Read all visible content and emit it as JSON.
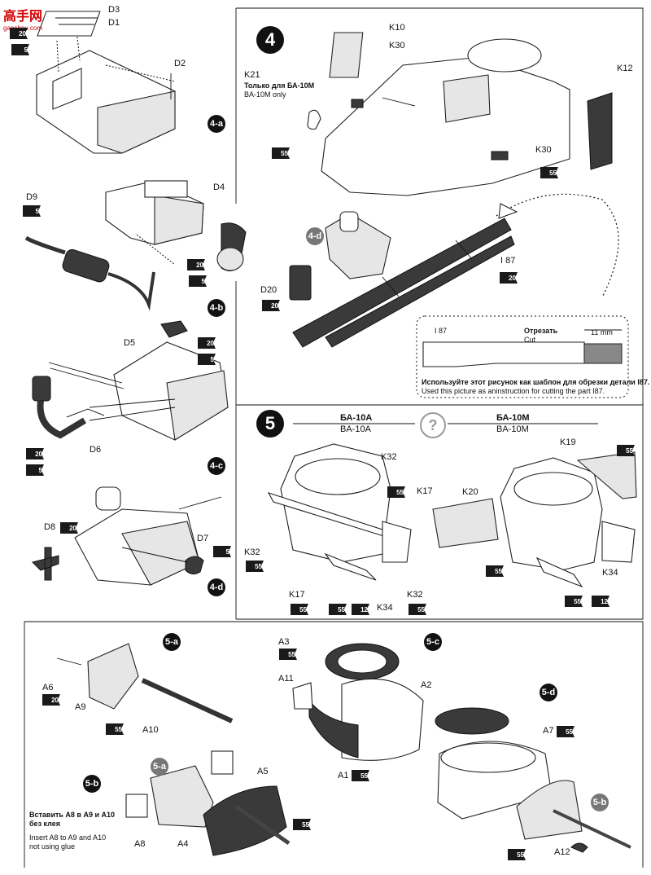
{
  "watermark": {
    "logo_text": "高手网",
    "url": "gaoshou.com"
  },
  "steps": {
    "s4": "4",
    "s4a": "4-a",
    "s4b": "4-b",
    "s4c": "4-c",
    "s4d": "4-d",
    "s4d_ref": "4-d",
    "s5": "5",
    "s5a": "5-a",
    "s5b": "5-b",
    "s5c": "5-c",
    "s5d": "5-d",
    "s5a_ref": "5-a",
    "s5b_ref": "5-b"
  },
  "parts": {
    "D1": "D1",
    "D2": "D2",
    "D3": "D3",
    "D4": "D4",
    "D5": "D5",
    "D6": "D6",
    "D7": "D7",
    "D8": "D8",
    "D9": "D9",
    "D20": "D20",
    "K10": "K10",
    "K12": "K12",
    "K17a": "K17",
    "K17b": "K17",
    "K19": "K19",
    "K20": "K20",
    "K21": "K21",
    "K30a": "K30",
    "K30b": "K30",
    "K32a": "K32",
    "K32b": "K32",
    "K32c": "K32",
    "K34a": "K34",
    "K34b": "K34",
    "I87": "I 87",
    "I87b": "I 87",
    "A1": "A1",
    "A2": "A2",
    "A3": "A3",
    "A4": "A4",
    "A5": "A5",
    "A6": "A6",
    "A7": "A7",
    "A8": "A8",
    "A9": "A9",
    "A10": "A10",
    "A11": "A11",
    "A12": "A12"
  },
  "paint": {
    "p20": "20",
    "p5": "5",
    "p55": "55",
    "p12": "12"
  },
  "notes": {
    "k21_ru": "Только для БА-10М",
    "k21_en": "BA-10M only",
    "cut_ru": "Отрезать",
    "cut_en": "Cut",
    "mm": "11 mm",
    "template_ru": "Используйте этот рисунок как шаблон для обрезки детали I87.",
    "template_en": "Used this picture as aninstruction for cutting the part I87.",
    "ba10a_ru": "БА-10А",
    "ba10a_en": "BA-10A",
    "ba10m_ru": "БА-10М",
    "ba10m_en": "BA-10M",
    "question": "?",
    "a8_ru1": "Вставить А8 в А9 и А10",
    "a8_ru2": "без клея",
    "a8_en1": "Insert A8 to A9 and A10",
    "a8_en2": "not using glue"
  }
}
